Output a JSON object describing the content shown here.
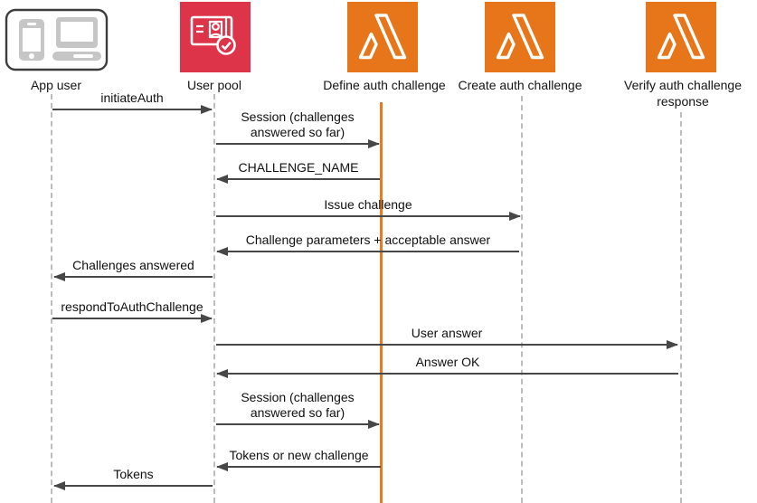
{
  "diagram": {
    "title_hint": "Amazon Cognito custom authentication challenge Lambda trigger sequence",
    "actors": [
      {
        "id": "app-user",
        "name": "App user",
        "icon": "devices-icon"
      },
      {
        "id": "user-pool",
        "name": "User pool",
        "icon": "cognito-user-pool-icon"
      },
      {
        "id": "define-auth-challenge",
        "name": "Define auth challenge",
        "icon": "lambda-icon"
      },
      {
        "id": "create-auth-challenge",
        "name": "Create auth challenge",
        "icon": "lambda-icon"
      },
      {
        "id": "verify-auth-challenge",
        "name": "Verify auth challenge\nresponse",
        "icon": "lambda-icon"
      }
    ],
    "messages": [
      {
        "from": "App user",
        "to": "User pool",
        "label": "initiateAuth"
      },
      {
        "from": "User pool",
        "to": "Define auth challenge",
        "label": "Session (challenges\nanswered so far)"
      },
      {
        "from": "Define auth challenge",
        "to": "User pool",
        "label": "CHALLENGE_NAME"
      },
      {
        "from": "User pool",
        "to": "Create auth challenge",
        "label": "Issue challenge"
      },
      {
        "from": "Create auth challenge",
        "to": "User pool",
        "label": "Challenge parameters + acceptable answer"
      },
      {
        "from": "User pool",
        "to": "App user",
        "label": "Challenges answered"
      },
      {
        "from": "App user",
        "to": "User pool",
        "label": "respondToAuthChallenge"
      },
      {
        "from": "User pool",
        "to": "Verify auth challenge response",
        "label": "User answer"
      },
      {
        "from": "Verify auth challenge response",
        "to": "User pool",
        "label": "Answer OK"
      },
      {
        "from": "User pool",
        "to": "Define auth challenge",
        "label": "Session (challenges\nanswered so far)"
      },
      {
        "from": "Define auth challenge",
        "to": "User pool",
        "label": "Tokens or new challenge"
      },
      {
        "from": "User pool",
        "to": "App user",
        "label": "Tokens"
      }
    ],
    "colors": {
      "lambda_orange": "#E7751A",
      "cognito_red": "#DD3449",
      "highlighted_lifeline": "#E87B1E",
      "arrow": "#474747",
      "lifeline_gray": "#BDBDBD"
    }
  }
}
